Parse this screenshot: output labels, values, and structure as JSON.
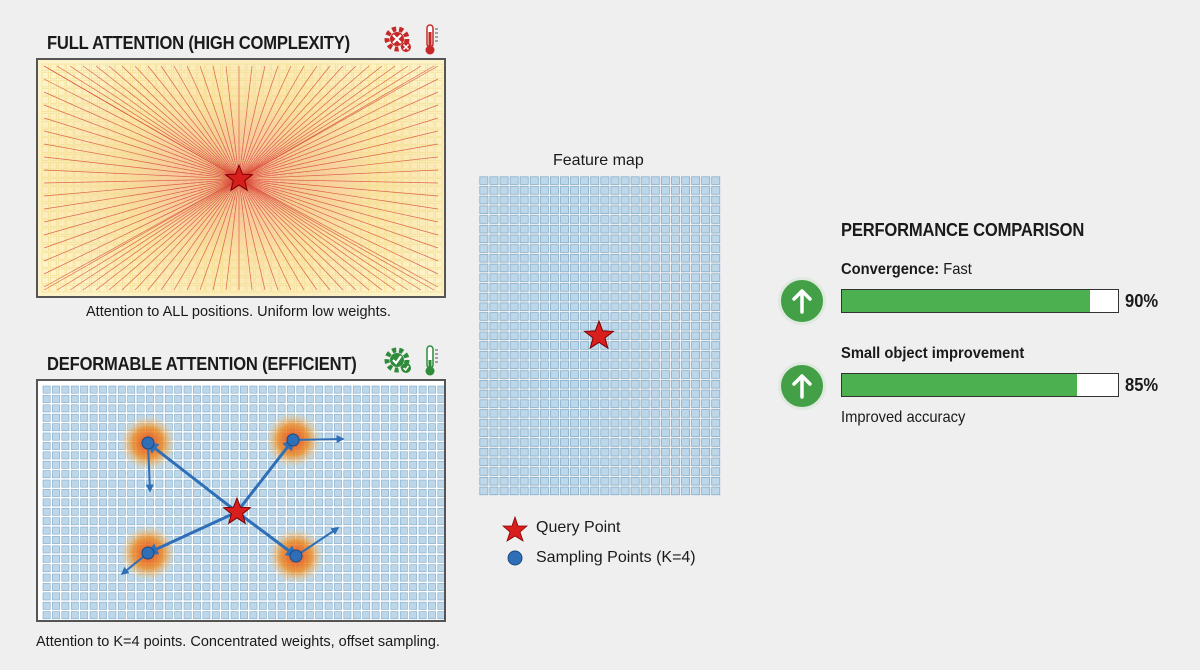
{
  "full_attention": {
    "title": "FULL ATTENTION (HIGH COMPLEXITY)",
    "caption": "Attention to ALL positions. Uniform low weights."
  },
  "deformable_attention": {
    "title": "DEFORMABLE ATTENTION (EFFICIENT)",
    "caption": "Attention to K=4 points. Concentrated weights, offset sampling."
  },
  "feature_map": {
    "label": "Feature map"
  },
  "legend": {
    "query_point": "Query Point",
    "sampling_points": "Sampling Points (K=4)"
  },
  "performance": {
    "title": "PERFORMANCE COMPARISON",
    "metrics": [
      {
        "label_bold": "Convergence:",
        "label_rest": " Fast",
        "value": 90,
        "value_text": "90%"
      },
      {
        "label_bold": "Small object improvement",
        "label_rest": "",
        "value": 85,
        "value_text": "85%",
        "note": "Improved accuracy"
      }
    ]
  },
  "colors": {
    "grid_cell": "#bcd7ea",
    "grid_cell_border": "#7fa8c6",
    "attention_line": "#d43a2a",
    "star": "#d91e1e",
    "sampling_point": "#2f6fb8",
    "bar_fill": "#4caf50",
    "arrow_circle": "#43a047",
    "heat": "#f08a1c"
  }
}
